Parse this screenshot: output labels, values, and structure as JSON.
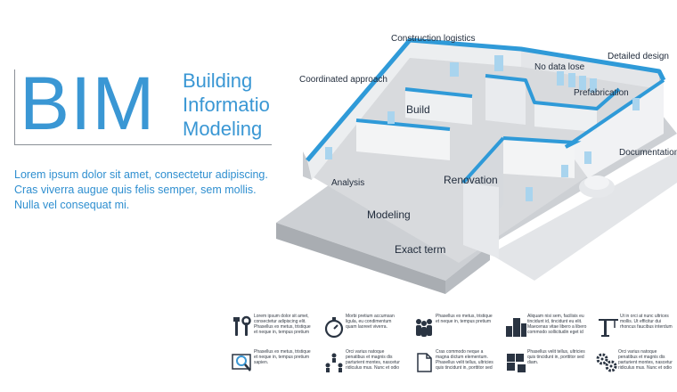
{
  "header": {
    "acronym": "BIM",
    "line1": "Building",
    "line2": "Informatio",
    "line3": "Modeling",
    "description": "Lorem ipsum dolor sit amet, consectetur adipiscing.\nCras viverra augue quis felis semper, sem mollis.\nNulla vel consequat mi."
  },
  "plan_labels": {
    "construction_logistics": "Construction logistics",
    "detailed_design": "Detailed design",
    "coordinated_approach": "Coordinated approach",
    "no_data_lose": "No data lose",
    "prefabrication": "Prefabrication",
    "build": "Build",
    "documentation": "Documentation",
    "analysis": "Analysis",
    "renovation": "Renovation",
    "modeling": "Modeling",
    "exact_term": "Exact term"
  },
  "legend": [
    {
      "icon": "tools-icon",
      "text": "Lorem ipsum dolor sit amet,\nconsectetur adipiscing elit.\nPhasellus ex metus, tristique\net neque in, tempus pretium"
    },
    {
      "icon": "stopwatch-icon",
      "text": "Morbi pretium accumsan\nligula, eu condimentum\nquam laoreet viverra."
    },
    {
      "icon": "people-icon",
      "text": "Phasellus ex metus, tristique\net neque in, tempus pretium"
    },
    {
      "icon": "city-buildings-icon",
      "text": "Aliquam nisi sem, facilisis eu\ntincidunt id, tincidunt eu elit.\nMaecenas vitae libero a libero\ncommodo sollicitudin eget id"
    },
    {
      "icon": "crane-icon",
      "text": "Ut in orci at nunc ultrices\nmollis. Ut efficitur dui\nrhoncus faucibus interdum"
    },
    {
      "icon": "blueprint-magnifier-icon",
      "text": "Phasellus ex metus, tristique\net neque in, tempus pretium\nsapien."
    },
    {
      "icon": "team-hierarchy-icon",
      "text": "Orci varius natoque\npenatibus et magnis dis\nparturient montes, nascetur\nridiculus mus. Nunc et odio"
    },
    {
      "icon": "document-icon",
      "text": "Cras commodo neque a\nmagna dictum elementum.\nPhasellus velit tellus, ultricies\nquis tincidunt in, porttitor sed"
    },
    {
      "icon": "puzzle-icon",
      "text": "Phasellus velit tellus, ultricies\nquis tincidunt in, porttitor sed\ndiam."
    },
    {
      "icon": "gears-icon",
      "text": "Orci varius natoque\npenatibus et magnis dis\nparturient montes, nascetur\nridiculus mus. Nunc et odio"
    }
  ],
  "colors": {
    "accent": "#3a97d4",
    "wall_top": "#2f9ad8",
    "icon": "#2a3442"
  }
}
